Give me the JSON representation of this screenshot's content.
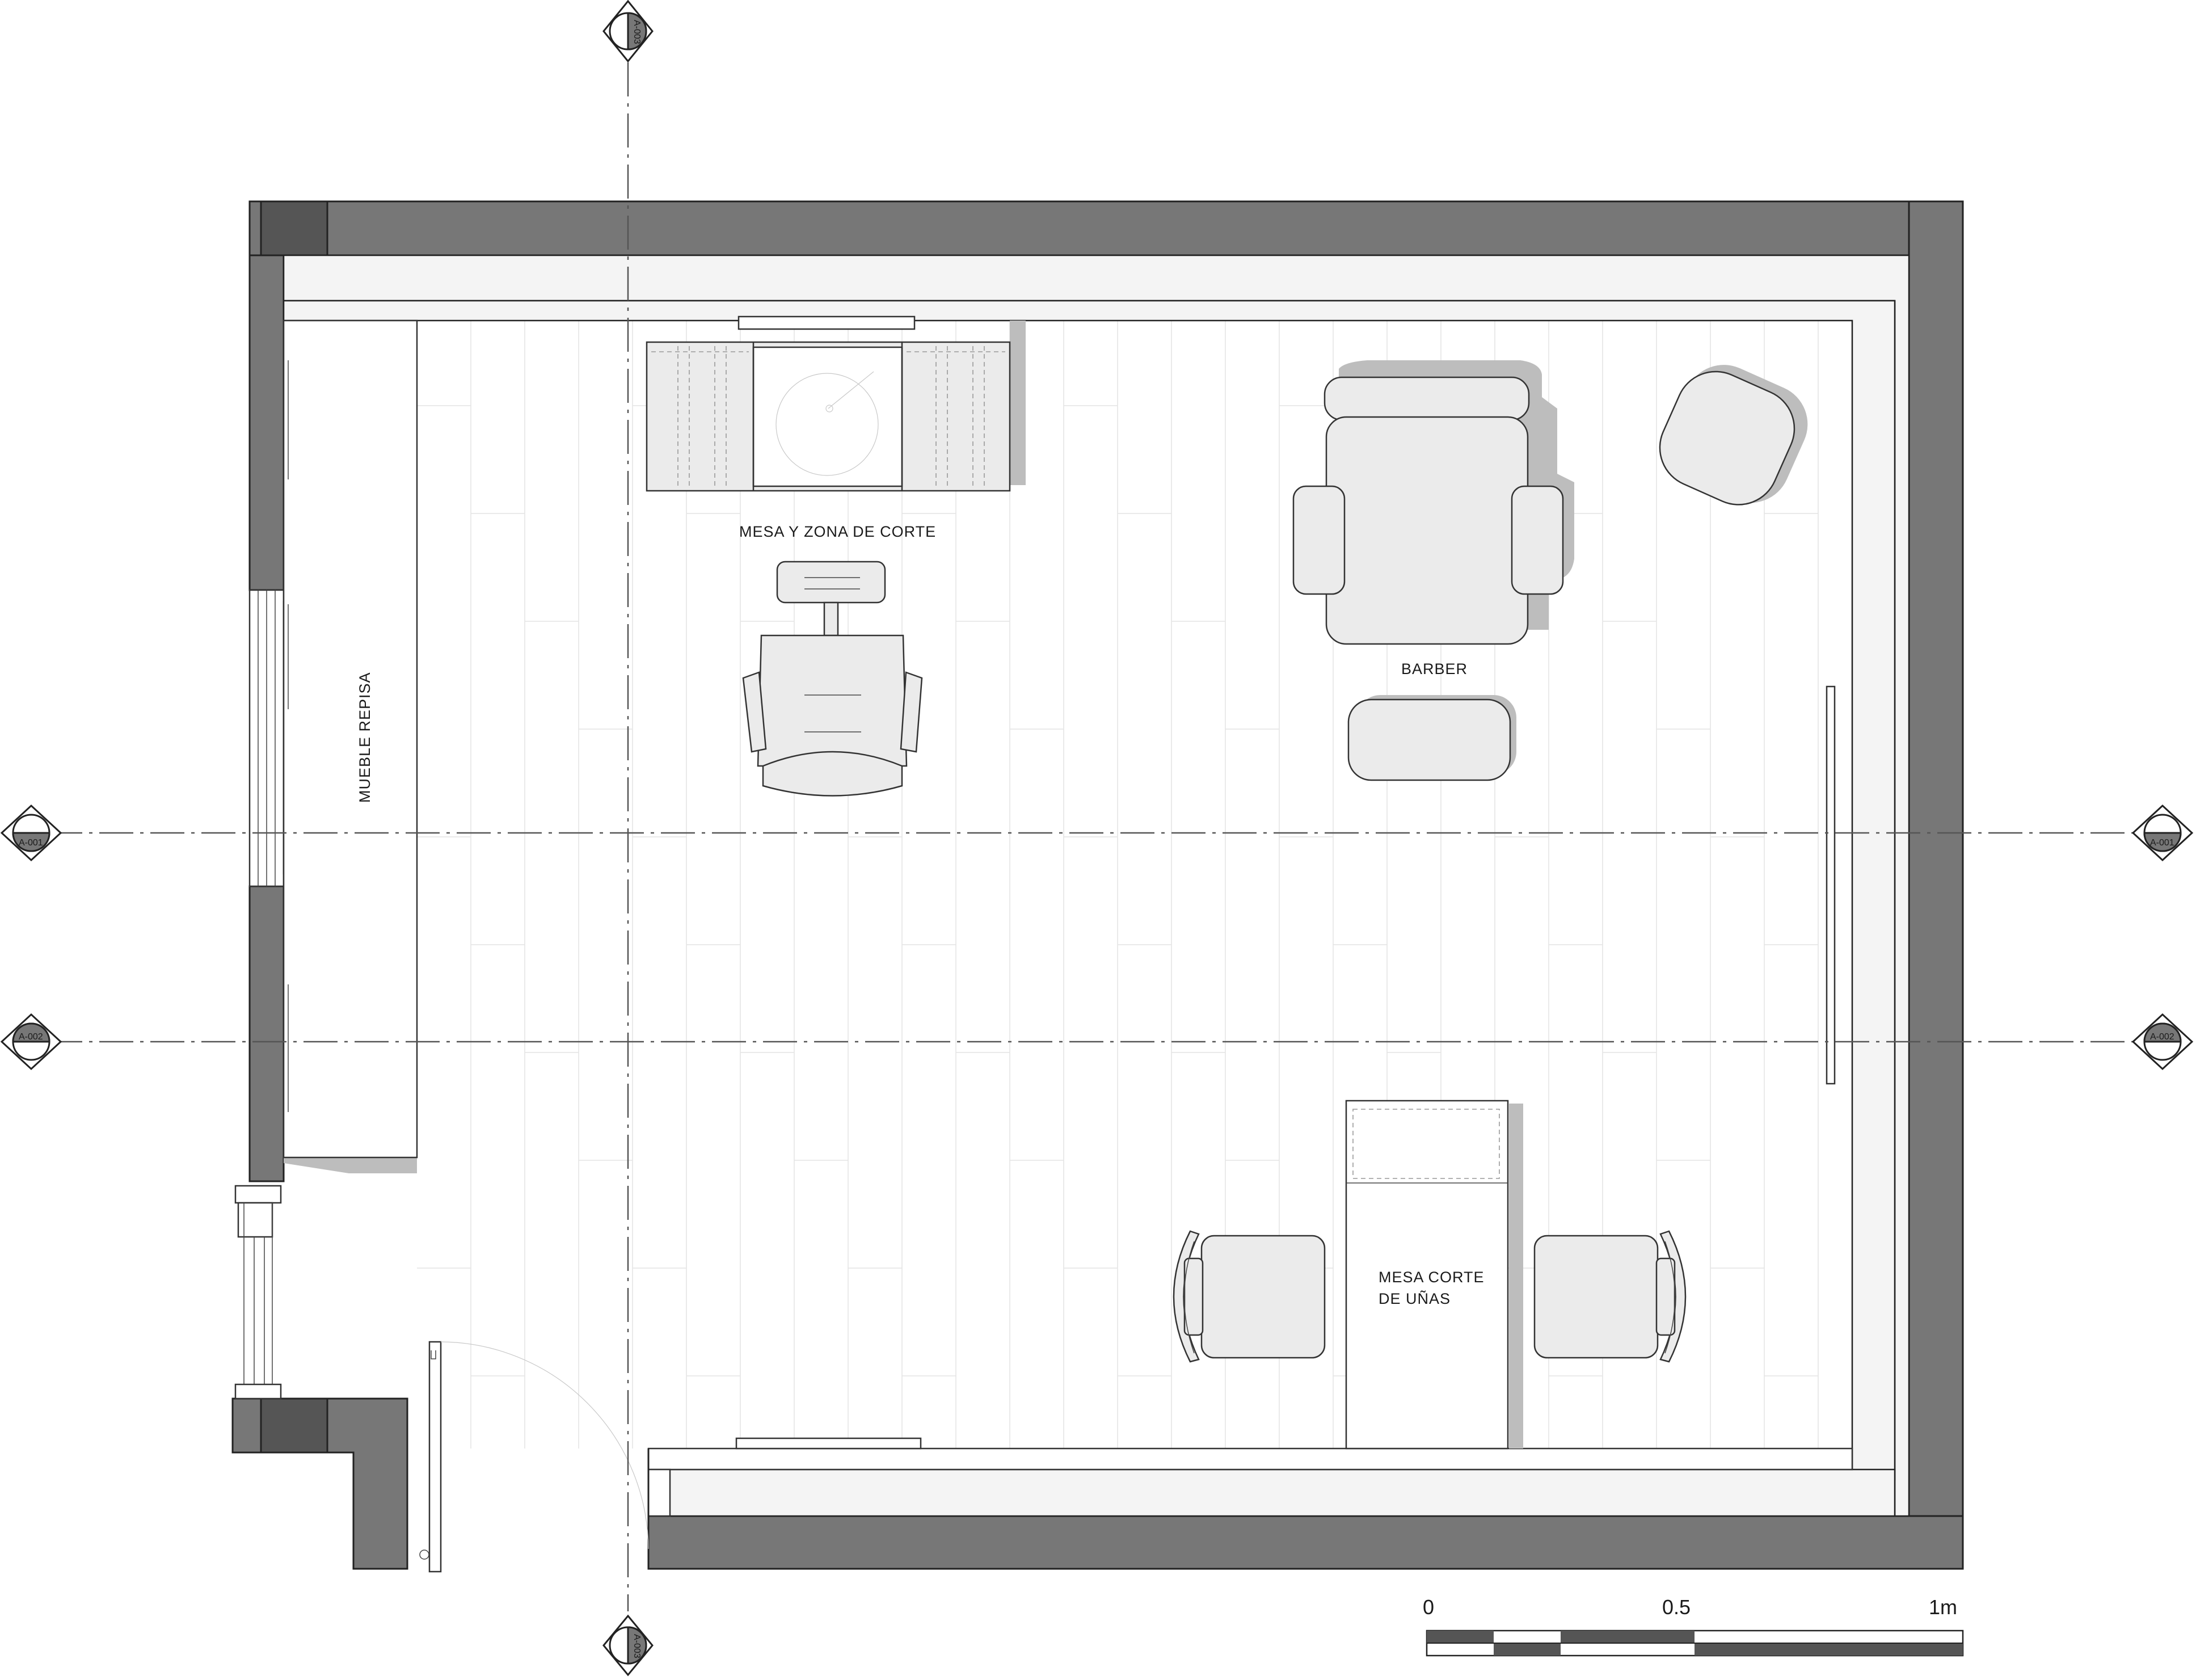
{
  "labels": {
    "mesa_zona_corte": "MESA Y ZONA DE CORTE",
    "barber": "BARBER",
    "mueble_repisa": "MUEBLE REPISA",
    "mesa_corte_unas_1": "MESA CORTE",
    "mesa_corte_unas_2": "DE UÑAS"
  },
  "section_tags": {
    "top": "A-003",
    "bottom": "A-003",
    "left_1": "A-001",
    "right_1": "A-001",
    "left_2": "A-002",
    "right_2": "A-002"
  },
  "scale_bar": {
    "label_0": "0",
    "label_mid": "0.5",
    "label_end": "1m"
  },
  "colors": {
    "wall": "#777777",
    "furniture": "#ebebeb",
    "shadow": "#bdbdbd"
  }
}
